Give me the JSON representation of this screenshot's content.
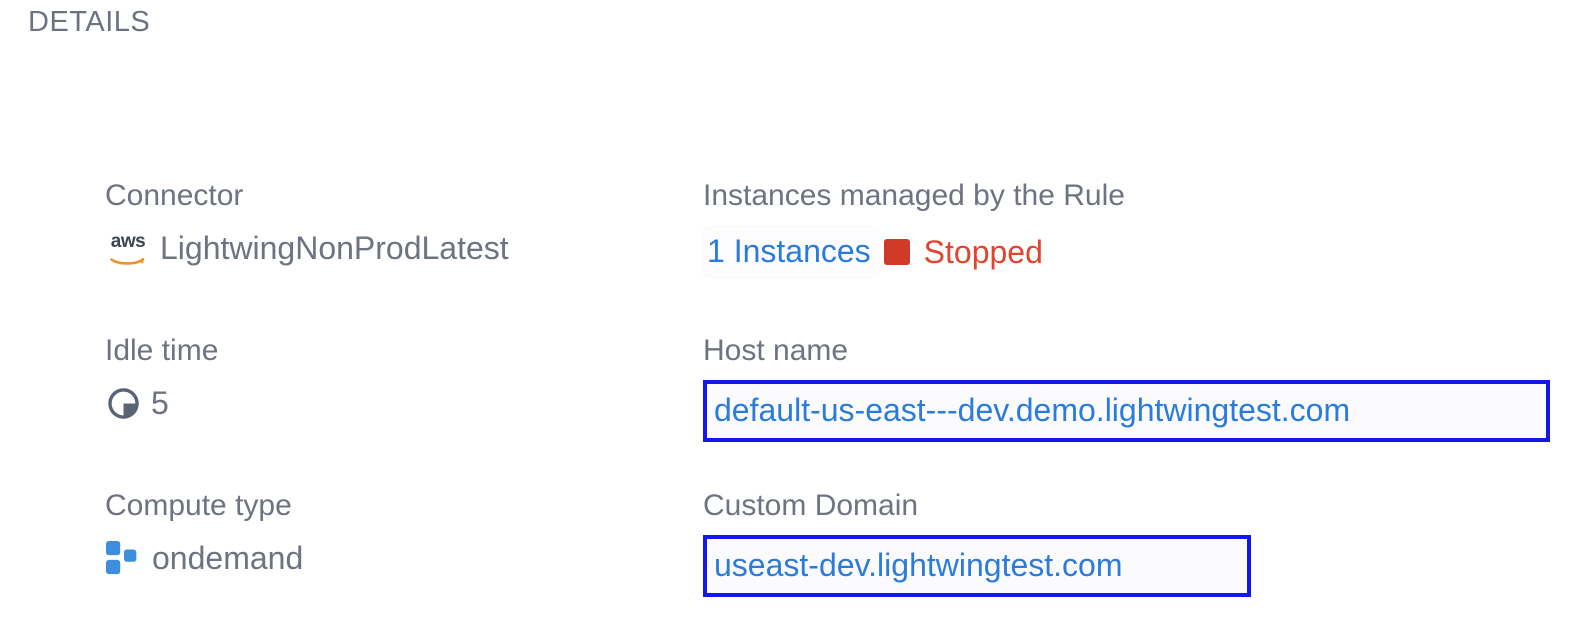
{
  "section": {
    "header": "DETAILS"
  },
  "colors": {
    "label": "#6d7381",
    "value": "#6d7381",
    "link": "#2a7bdc",
    "highlight_border": "#1417e8",
    "status_red": "#e0452f",
    "status_square": "#cf3b27",
    "compute_blue": "#3e8ede",
    "aws_orange": "#f29121"
  },
  "rows": [
    {
      "left": {
        "label": "Connector",
        "value": "LightwingNonProdLatest",
        "icon": "aws-logo-icon"
      },
      "right": {
        "label": "Instances managed by the Rule",
        "count_link": "1 Instances",
        "status": "Stopped",
        "status_icon": "stopped-square-icon"
      }
    },
    {
      "left": {
        "label": "Idle time",
        "value": "5",
        "icon": "clock-icon"
      },
      "right": {
        "label": "Host name",
        "link": "default-us-east---dev.demo.lightwingtest.com"
      }
    },
    {
      "left": {
        "label": "Compute type",
        "value": "ondemand",
        "icon": "compute-blocks-icon"
      },
      "right": {
        "label": "Custom Domain",
        "link": "useast-dev.lightwingtest.com"
      }
    }
  ]
}
